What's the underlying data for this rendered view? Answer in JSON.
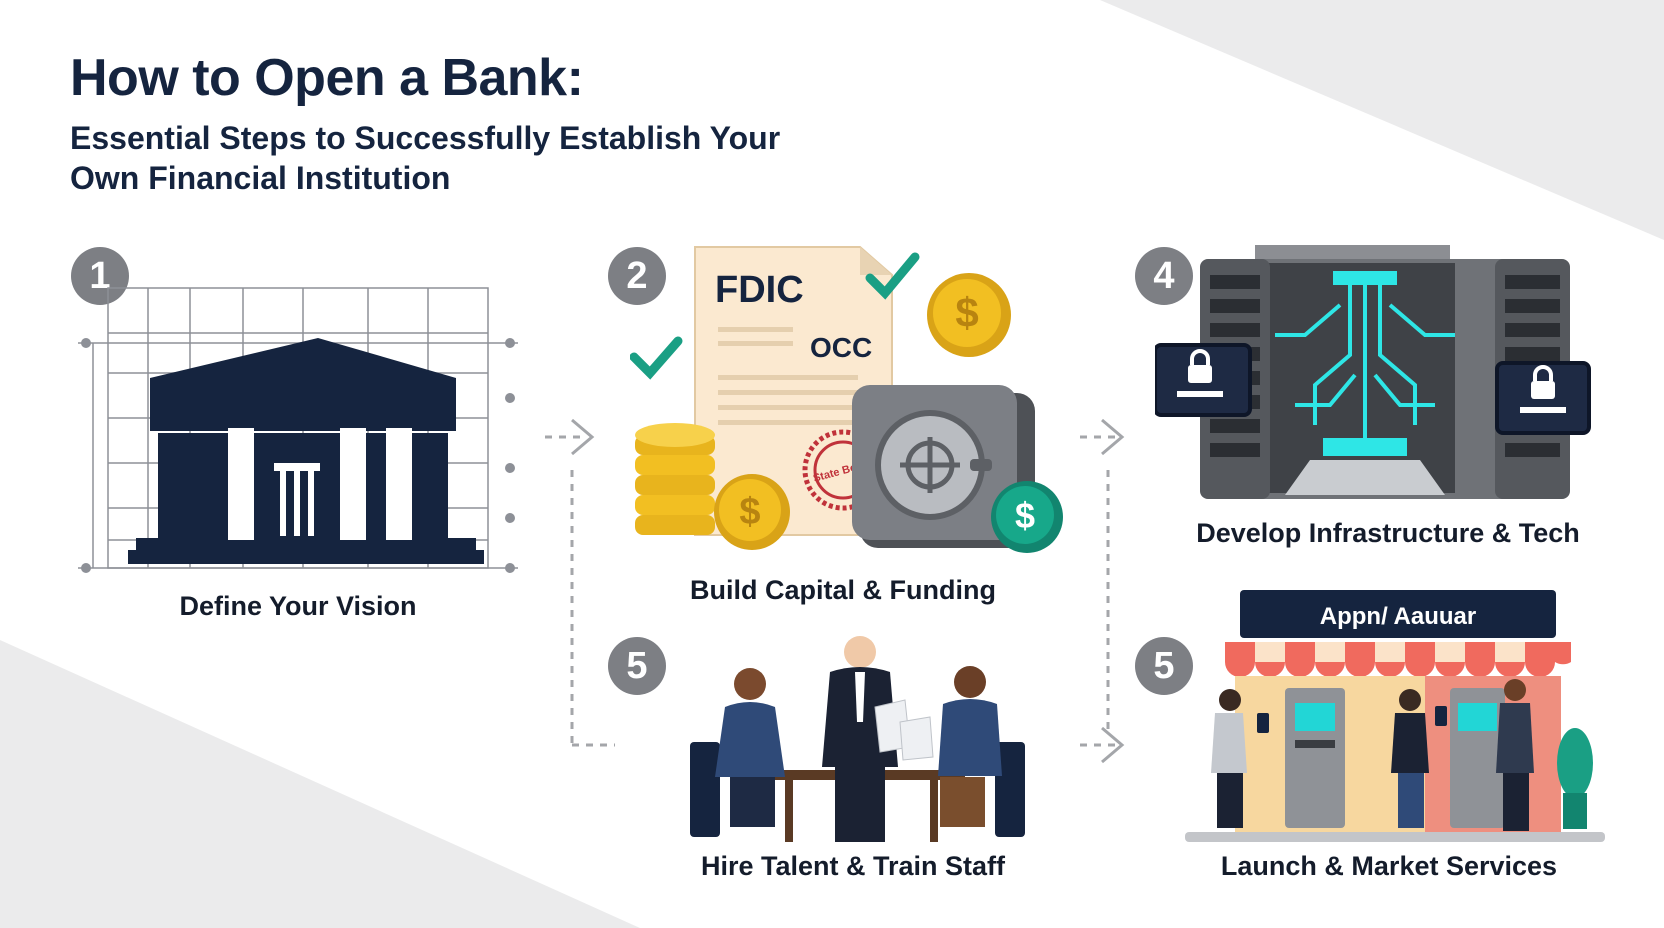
{
  "header": {
    "title": "How to Open a Bank:",
    "subtitle": "Essential Steps to Successfully Establish Your Own Financial Institution"
  },
  "steps": [
    {
      "number": "1",
      "label": "Define Your Vision"
    },
    {
      "number": "2",
      "label": "Build Capital & Funding",
      "doc_lines": [
        "FDIC",
        "OCC"
      ],
      "stamp": "State Board"
    },
    {
      "number": "4",
      "label": "Develop Infrastructure & Tech"
    },
    {
      "number": "5",
      "label": "Hire Talent & Train Staff"
    },
    {
      "number": "5",
      "label": "Launch & Market Services",
      "sign": "Appn/ Aauuar"
    }
  ],
  "colors": {
    "navy": "#15243f",
    "badge_gray": "#7d7f84",
    "check_green": "#1a9f84",
    "coin_gold": "#f2bf22",
    "cyan_glow": "#2ee6e6",
    "teal_coin": "#17a88a"
  },
  "icons": [
    "bank-blueprint-icon",
    "vault-icon",
    "server-rack-icon",
    "lock-icon",
    "meeting-icon",
    "storefront-atm-icon",
    "checkmark-icon",
    "coin-icon"
  ]
}
